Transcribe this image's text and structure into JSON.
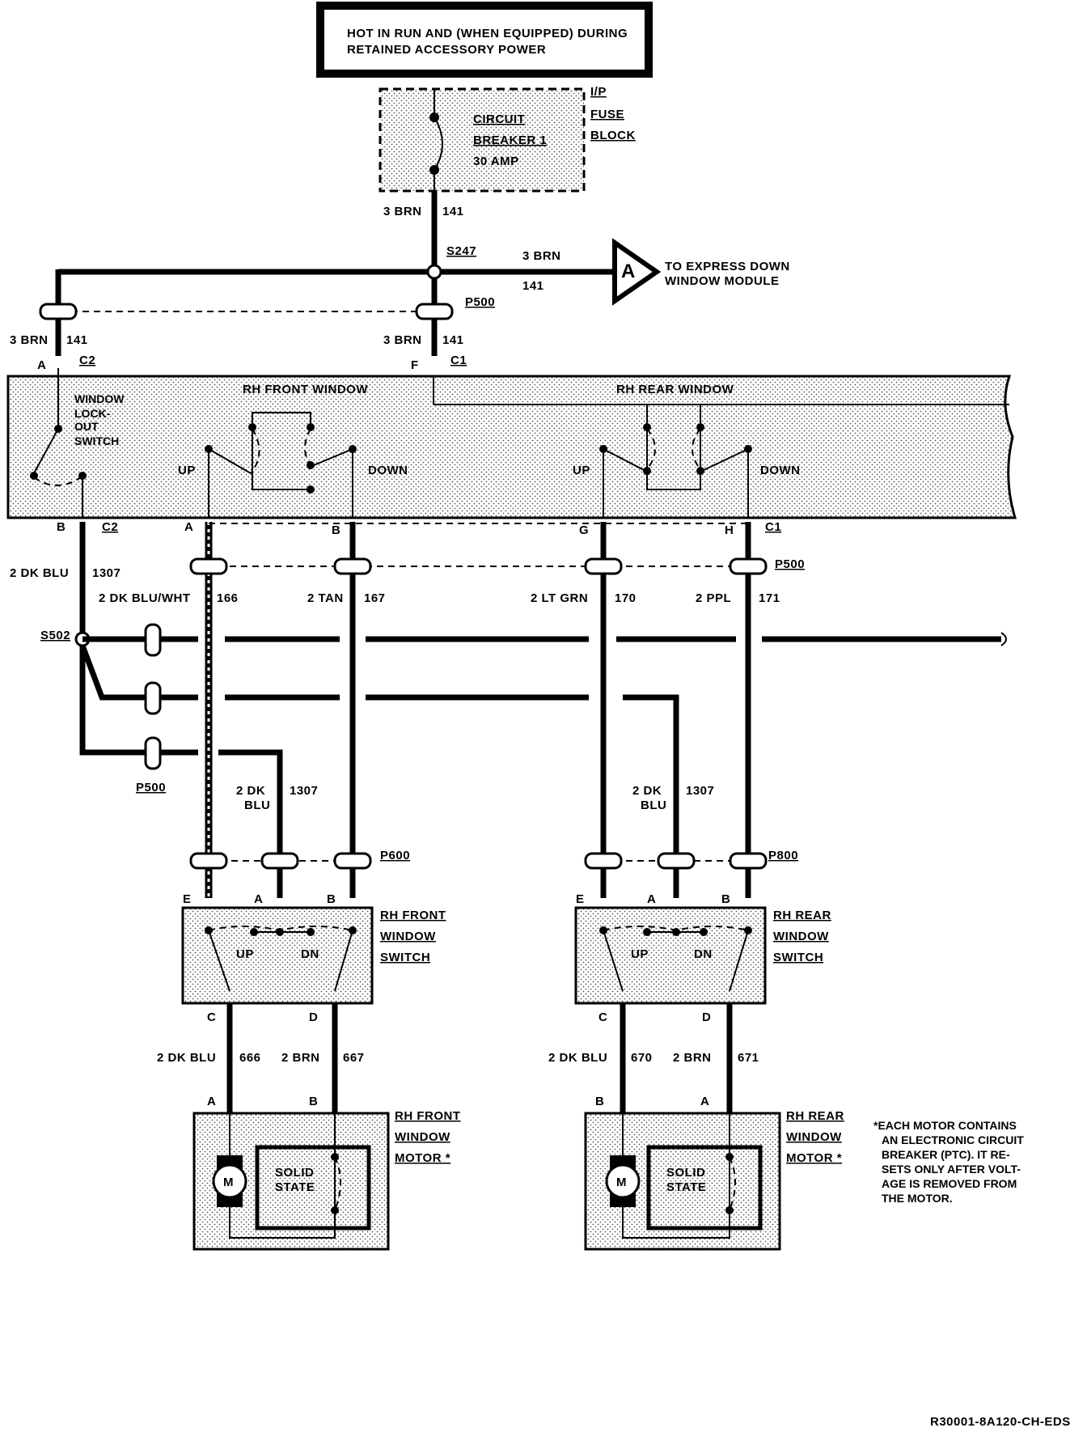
{
  "header": {
    "line1": "HOT IN RUN AND (WHEN EQUIPPED) DURING",
    "line2": "RETAINED ACCESSORY POWER"
  },
  "fuse_block": {
    "circuit": "CIRCUIT",
    "breaker": "BREAKER 1",
    "amps": "30 AMP",
    "ip": "I/P",
    "fuse": "FUSE",
    "block": "BLOCK"
  },
  "wires": {
    "brn3": "3 BRN",
    "c141": "141",
    "dkblu2": "2 DK BLU",
    "c1307": "1307",
    "dkbluwht2": "2 DK BLU/WHT",
    "c166": "166",
    "tan2": "2 TAN",
    "c167": "167",
    "ltgrn2": "2 LT GRN",
    "c170": "170",
    "ppl2": "2 PPL",
    "c171": "171",
    "dk2": "2 DK",
    "blu": "BLU",
    "c666": "666",
    "brn2": "2 BRN",
    "c667": "667",
    "c670": "670",
    "c671": "671"
  },
  "splices": {
    "s247": "S247",
    "s502": "S502"
  },
  "connectors": {
    "p500": "P500",
    "p600": "P600",
    "p800": "P800",
    "c1": "C1",
    "c2": "C2"
  },
  "pins": {
    "a": "A",
    "b": "B",
    "c": "C",
    "d": "D",
    "e": "E",
    "f": "F",
    "g": "G",
    "h": "H"
  },
  "express": {
    "letter": "A",
    "line1": "TO EXPRESS DOWN",
    "line2": "WINDOW MODULE"
  },
  "driver_switch": {
    "lockout1": "WINDOW",
    "lockout2": "LOCK-",
    "lockout3": "OUT",
    "lockout4": "SWITCH",
    "rh_front": "RH FRONT WINDOW",
    "rh_rear": "RH REAR WINDOW",
    "up": "UP",
    "down": "DOWN"
  },
  "front_switch": {
    "l1": "RH FRONT",
    "l2": "WINDOW",
    "l3": "SWITCH",
    "up": "UP",
    "dn": "DN"
  },
  "rear_switch": {
    "l1": "RH REAR",
    "l2": "WINDOW",
    "l3": "SWITCH",
    "up": "UP",
    "dn": "DN"
  },
  "front_motor": {
    "l1": "RH FRONT",
    "l2": "WINDOW",
    "l3": "MOTOR *",
    "m": "M",
    "solid1": "SOLID",
    "solid2": "STATE"
  },
  "rear_motor": {
    "l1": "RH REAR",
    "l2": "WINDOW",
    "l3": "MOTOR *",
    "m": "M",
    "solid1": "SOLID",
    "solid2": "STATE"
  },
  "note": {
    "l1": "*EACH MOTOR CONTAINS",
    "l2": "AN ELECTRONIC CIRCUIT",
    "l3": "BREAKER (PTC). IT RE-",
    "l4": "SETS ONLY AFTER VOLT-",
    "l5": "AGE IS REMOVED FROM",
    "l6": "THE MOTOR."
  },
  "figure_id": "R30001-8A120-CH-EDS"
}
